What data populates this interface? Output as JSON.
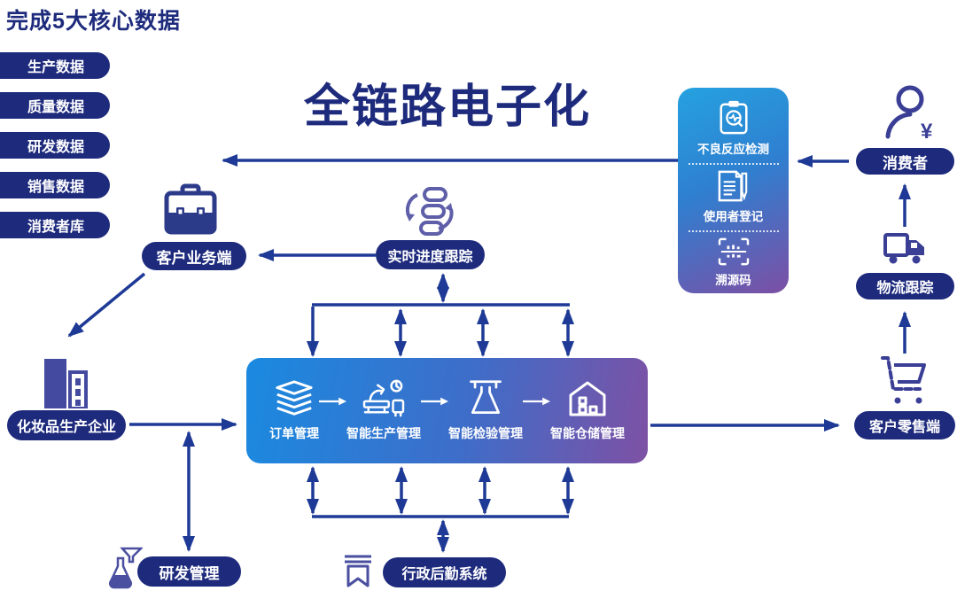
{
  "header": {
    "title": "完成5大核心数据"
  },
  "main_title": "全链路电子化",
  "data_badges": {
    "items": [
      "生产数据",
      "质量数据",
      "研发数据",
      "销售数据",
      "消费者库"
    ]
  },
  "nodes": {
    "client_business": {
      "label": "客户业务端",
      "icon": "briefcase-icon"
    },
    "realtime_tracking": {
      "label": "实时进度跟踪",
      "icon": "sync-flow-icon"
    },
    "cosmetics_manufacturer": {
      "label": "化妆品生产企业",
      "icon": "factory-building-icon"
    },
    "rd_management": {
      "label": "研发管理",
      "icon": "lab-flask-icon"
    },
    "admin_logistics": {
      "label": "行政后勤系统",
      "icon": "bookmark-icon"
    },
    "client_retail": {
      "label": "客户零售端",
      "icon": "shopping-cart-icon"
    },
    "logistics_tracking": {
      "label": "物流跟踪",
      "icon": "truck-icon"
    },
    "consumer": {
      "label": "消费者",
      "icon": "person-yuan-icon"
    }
  },
  "process_box": {
    "modules": [
      {
        "label": "订单管理",
        "icon": "layers-icon"
      },
      {
        "label": "智能生产管理",
        "icon": "robot-arm-icon"
      },
      {
        "label": "智能检验管理",
        "icon": "flask-stand-icon"
      },
      {
        "label": "智能仓储管理",
        "icon": "warehouse-icon"
      }
    ]
  },
  "consumer_panel": {
    "items": [
      {
        "label": "不良反应检测",
        "icon": "clipboard-search-icon"
      },
      {
        "label": "使用者登记",
        "icon": "document-pen-icon"
      },
      {
        "label": "溯源码",
        "icon": "qr-scan-icon"
      }
    ]
  },
  "colors": {
    "navy": "#1e2b7d",
    "arrow": "#1e3a96",
    "box_gradient_start": "#1a8ae0",
    "box_gradient_end": "#7e51a4",
    "panel_gradient_start": "#25a2e0",
    "panel_gradient_end": "#7d4fa4",
    "icon_indigo": "#3d4398"
  }
}
